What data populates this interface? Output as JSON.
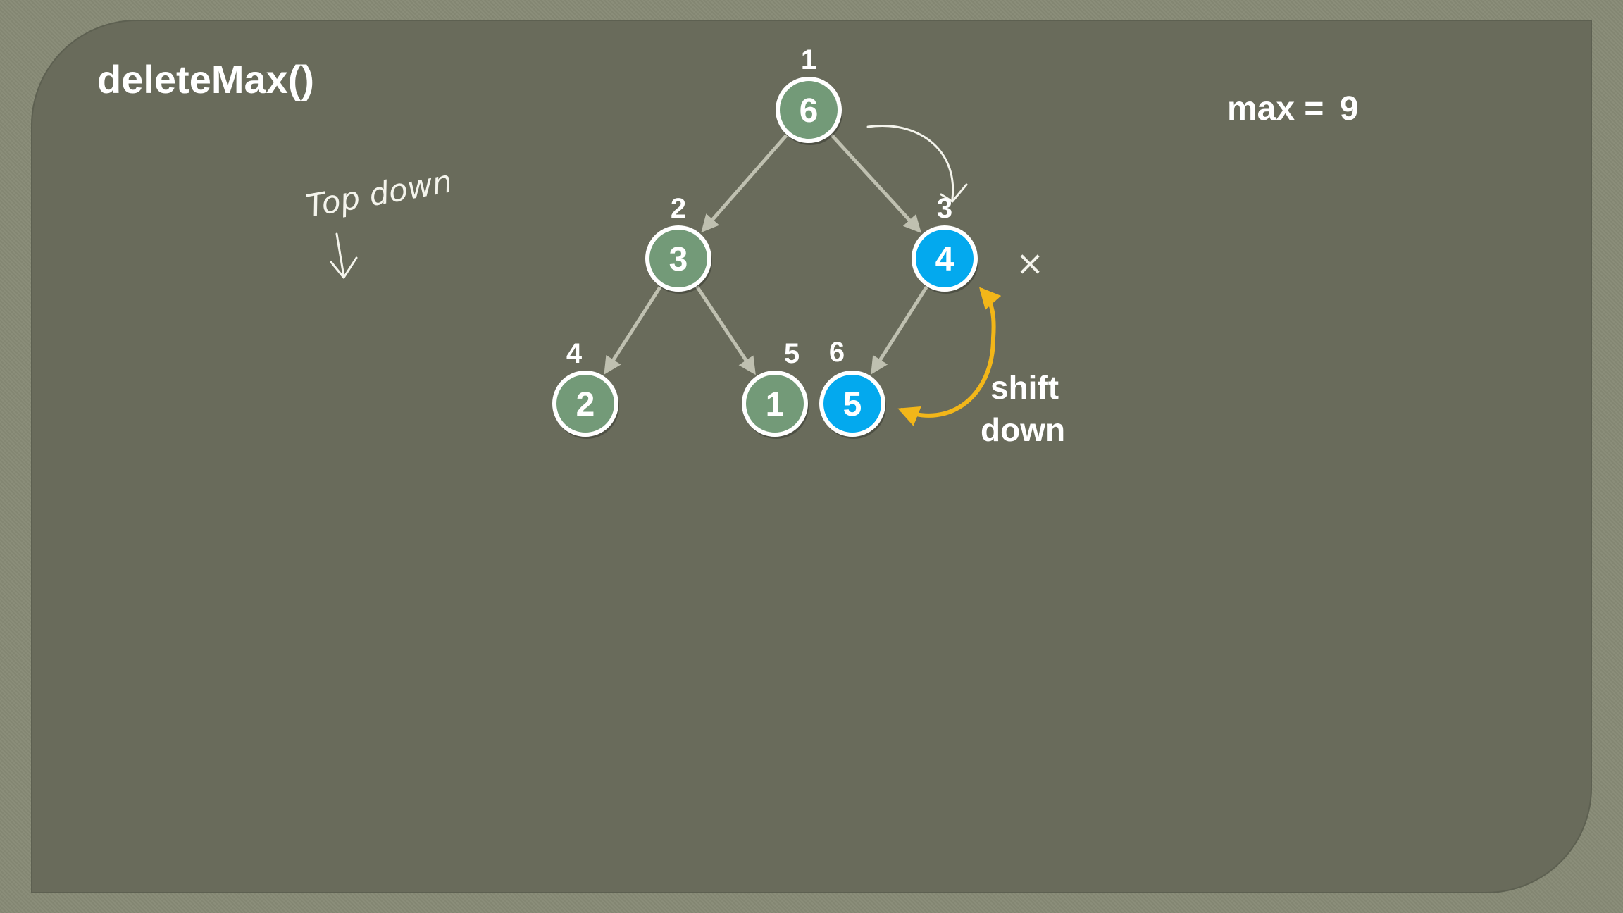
{
  "title": "deleteMax()",
  "max": {
    "label": "max =",
    "value": "9"
  },
  "annotations": {
    "handwritten_note": "Top down",
    "cross_mark": "×",
    "shift_line1": "shift",
    "shift_line2": "down"
  },
  "colors": {
    "node_green": "#739a78",
    "node_blue": "#03a9ee",
    "node_border": "#ffffff",
    "edge": "#bfc0b0",
    "shift_arrow": "#f2b619",
    "text": "#ffffff"
  },
  "nodes": [
    {
      "index": "1",
      "value": "6",
      "color": "green"
    },
    {
      "index": "2",
      "value": "3",
      "color": "green"
    },
    {
      "index": "3",
      "value": "4",
      "color": "blue"
    },
    {
      "index": "4",
      "value": "2",
      "color": "green"
    },
    {
      "index": "5",
      "value": "1",
      "color": "green"
    },
    {
      "index": "6",
      "value": "5",
      "color": "blue"
    }
  ],
  "edges": [
    {
      "from": "1",
      "to": "2"
    },
    {
      "from": "1",
      "to": "3"
    },
    {
      "from": "2",
      "to": "4"
    },
    {
      "from": "2",
      "to": "5"
    },
    {
      "from": "3",
      "to": "6"
    }
  ]
}
